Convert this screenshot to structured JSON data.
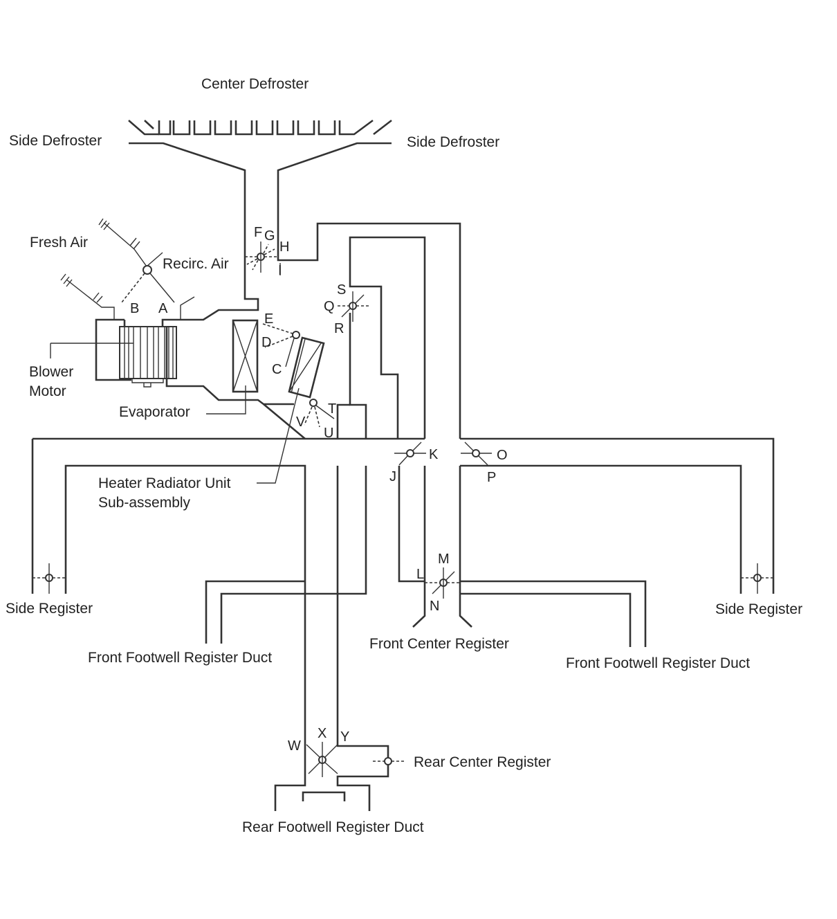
{
  "diagram": {
    "type": "hvac-airflow-schematic",
    "labels": {
      "center_defroster": "Center Defroster",
      "side_defroster_left": "Side Defroster",
      "side_defroster_right": "Side Defroster",
      "fresh_air": "Fresh Air",
      "recirc_air": "Recirc. Air",
      "blower_motor_line1": "Blower",
      "blower_motor_line2": "Motor",
      "evaporator": "Evaporator",
      "heater_radiator_line1": "Heater Radiator Unit",
      "heater_radiator_line2": "Sub-assembly",
      "side_register_left": "Side Register",
      "side_register_right": "Side Register",
      "front_footwell_left": "Front Footwell Register Duct",
      "front_footwell_right": "Front Footwell Register Duct",
      "front_center_register": "Front Center Register",
      "rear_center_register": "Rear Center Register",
      "rear_footwell": "Rear Footwell Register Duct"
    },
    "damper_letters": {
      "A": "A",
      "B": "B",
      "C": "C",
      "D": "D",
      "E": "E",
      "F": "F",
      "G": "G",
      "H": "H",
      "I": "I",
      "J": "J",
      "K": "K",
      "L": "L",
      "M": "M",
      "N": "N",
      "O": "O",
      "P": "P",
      "Q": "Q",
      "R": "R",
      "S": "S",
      "T": "T",
      "U": "U",
      "V": "V",
      "W": "W",
      "X": "X",
      "Y": "Y"
    },
    "components": [
      "Blower Motor",
      "Evaporator",
      "Heater Radiator Unit Sub-assembly"
    ],
    "dampers": [
      {
        "id": "intake",
        "positions": [
          "A",
          "B"
        ]
      },
      {
        "id": "defroster",
        "positions": [
          "F",
          "G",
          "H",
          "I"
        ]
      },
      {
        "id": "air-mix",
        "positions": [
          "C",
          "D",
          "E"
        ]
      },
      {
        "id": "heater-outlet",
        "positions": [
          "T",
          "U",
          "V"
        ]
      },
      {
        "id": "upper",
        "positions": [
          "Q",
          "R",
          "S"
        ]
      },
      {
        "id": "side-left",
        "positions": [
          "J",
          "K"
        ]
      },
      {
        "id": "side-right",
        "positions": [
          "O",
          "P"
        ]
      },
      {
        "id": "front-center",
        "positions": [
          "L",
          "M",
          "N"
        ]
      },
      {
        "id": "rear",
        "positions": [
          "W",
          "X",
          "Y"
        ]
      }
    ]
  }
}
